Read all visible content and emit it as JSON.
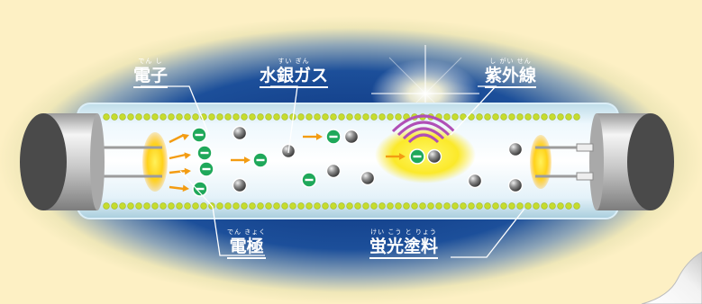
{
  "colors": {
    "page_background": "#fdf0c4",
    "glow_outer": "#f6eeb8",
    "glow_inner": "#0a2f78",
    "tube_glass": "#e8f4fb",
    "phosphor_dot": "#c6dc2e",
    "electron": "#1fa85a",
    "mercury_atom": "#5a5a5a",
    "arrow": "#f39c12",
    "uv_waves": "#b04fb6",
    "electrode_glow": "#ffd21a",
    "label_text": "#ffffff"
  },
  "labels": {
    "electron": {
      "ruby": "でん し",
      "text": "電子"
    },
    "mercury_gas": {
      "ruby": "すい ぎん",
      "text": "水銀ガス"
    },
    "ultraviolet": {
      "ruby": "し がい せん",
      "text": "紫外線"
    },
    "electrode": {
      "ruby": "でん きょく",
      "text": "電極"
    },
    "phosphor": {
      "ruby": "けい こう と りょう",
      "text": "蛍光塗料"
    }
  },
  "icons": {
    "electron": "electron-minus-circle",
    "mercury_atom": "gray-sphere",
    "uv_emission": "arc-waves",
    "motion": "orange-arrow"
  }
}
